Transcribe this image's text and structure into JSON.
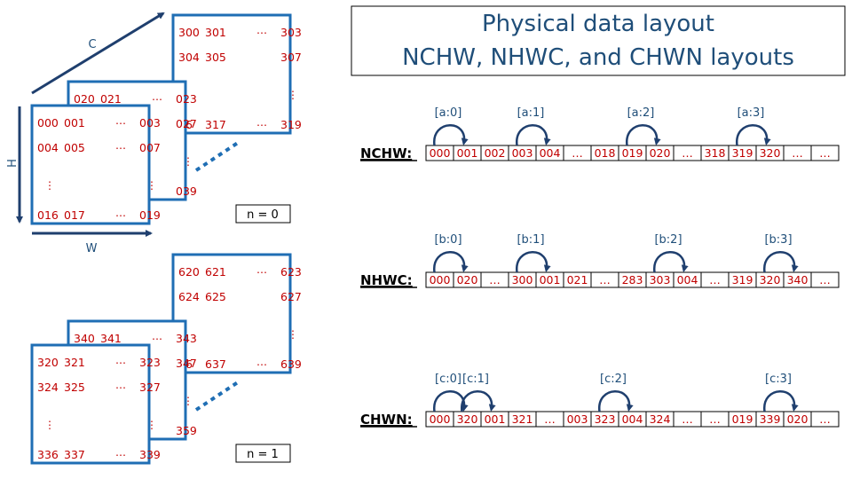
{
  "title": {
    "line1": "Physical data layout",
    "line2": "NCHW, NHWC, and CHWN layouts"
  },
  "axes": {
    "c": "C",
    "h": "H",
    "w": "W"
  },
  "batches": [
    {
      "label": "n = 0",
      "back": {
        "rows": [
          [
            "300",
            "301",
            "⋯",
            "303"
          ],
          [
            "304",
            "305",
            "",
            "307"
          ],
          [
            "",
            "",
            "",
            "⋮"
          ],
          [
            "16",
            "317",
            "⋯",
            "319"
          ]
        ]
      },
      "mid": {
        "rows": [
          [
            "020",
            "021",
            "⋯",
            "023"
          ],
          [
            "",
            "",
            "",
            "027"
          ],
          [
            "",
            "",
            "",
            "⋮"
          ],
          [
            "",
            "",
            "",
            "039"
          ]
        ]
      },
      "front": {
        "rows": [
          [
            "000",
            "001",
            "⋯",
            "003"
          ],
          [
            "004",
            "005",
            "⋯",
            "007"
          ],
          [
            "⋮",
            "",
            "",
            "⋮"
          ],
          [
            "016",
            "017",
            "⋯",
            "019"
          ]
        ]
      }
    },
    {
      "label": "n = 1",
      "back": {
        "rows": [
          [
            "620",
            "621",
            "⋯",
            "623"
          ],
          [
            "624",
            "625",
            "",
            "627"
          ],
          [
            "",
            "",
            "",
            "⋮"
          ],
          [
            "36",
            "637",
            "⋯",
            "639"
          ]
        ]
      },
      "mid": {
        "rows": [
          [
            "340",
            "341",
            "⋯",
            "343"
          ],
          [
            "",
            "",
            "",
            "347"
          ],
          [
            "",
            "",
            "",
            "⋮"
          ],
          [
            "",
            "",
            "",
            "359"
          ]
        ]
      },
      "front": {
        "rows": [
          [
            "320",
            "321",
            "⋯",
            "323"
          ],
          [
            "324",
            "325",
            "⋯",
            "327"
          ],
          [
            "⋮",
            "",
            "",
            "⋮"
          ],
          [
            "336",
            "337",
            "⋯",
            "339"
          ]
        ]
      }
    }
  ],
  "layouts": [
    {
      "name": "NCHW:",
      "cells": [
        "000",
        "001",
        "002",
        "003",
        "004",
        "…",
        "018",
        "019",
        "020",
        "…",
        "318",
        "319",
        "320",
        "…",
        "…"
      ],
      "arrows": [
        {
          "label": "[a:0]",
          "from": 0,
          "to": 1
        },
        {
          "label": "[a:1]",
          "from": 3,
          "to": 4
        },
        {
          "label": "[a:2]",
          "from": 7,
          "to": 8
        },
        {
          "label": "[a:3]",
          "from": 11,
          "to": 12
        }
      ]
    },
    {
      "name": "NHWC:",
      "cells": [
        "000",
        "020",
        "…",
        "300",
        "001",
        "021",
        "…",
        "283",
        "303",
        "004",
        "…",
        "319",
        "320",
        "340",
        "…"
      ],
      "arrows": [
        {
          "label": "[b:0]",
          "from": 0,
          "to": 1
        },
        {
          "label": "[b:1]",
          "from": 3,
          "to": 4
        },
        {
          "label": "[b:2]",
          "from": 8,
          "to": 9
        },
        {
          "label": "[b:3]",
          "from": 12,
          "to": 13
        }
      ]
    },
    {
      "name": "CHWN:",
      "cells": [
        "000",
        "320",
        "001",
        "321",
        "…",
        "003",
        "323",
        "004",
        "324",
        "…",
        "…",
        "019",
        "339",
        "020",
        "…"
      ],
      "arrows": [
        {
          "label": "[c:0]",
          "from": 0,
          "to": 1
        },
        {
          "label": "[c:1]",
          "from": 1,
          "to": 2
        },
        {
          "label": "[c:2]",
          "from": 6,
          "to": 7
        },
        {
          "label": "[c:3]",
          "from": 12,
          "to": 13
        }
      ]
    }
  ]
}
